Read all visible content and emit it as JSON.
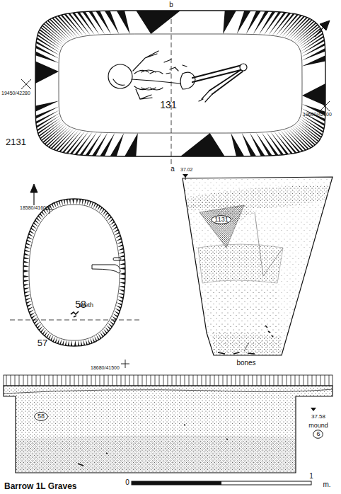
{
  "diagram": {
    "caption": "Barrow 1L Graves",
    "nodes": [
      {
        "text": [
          "1131"
        ]
      },
      {
        "text": [
          "58"
        ]
      },
      {
        "text": [
          "6"
        ]
      }
    ],
    "labels": [
      "b",
      "19450/42280",
      "131",
      "19600/42100",
      "2131",
      "a",
      "37.02",
      "18580/41600",
      "58",
      "teeth",
      "57",
      "18680/41500",
      "bones",
      "37.58",
      "mound",
      "0",
      "1",
      "m."
    ]
  }
}
